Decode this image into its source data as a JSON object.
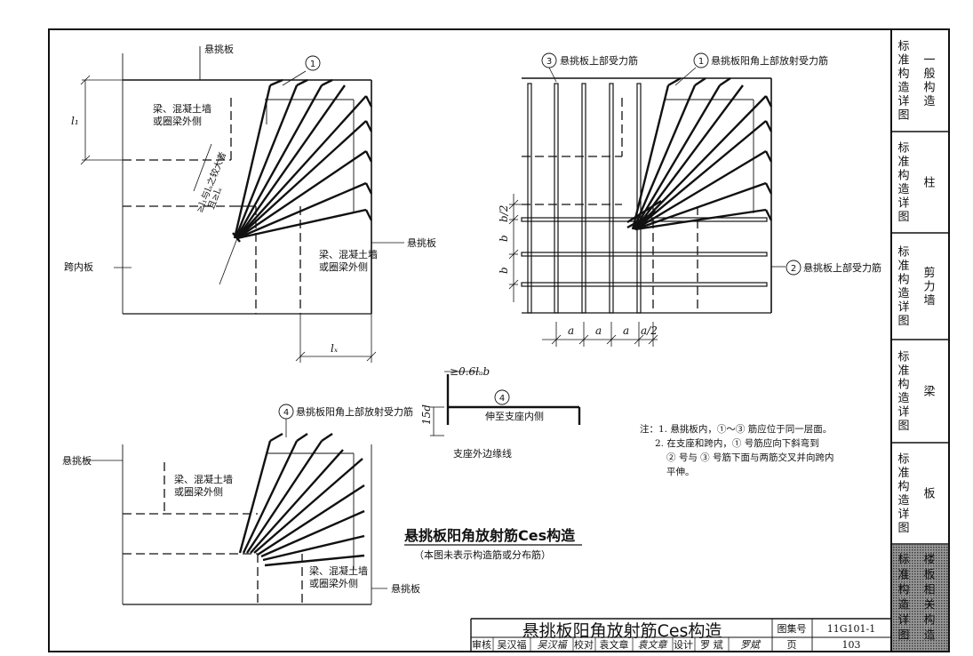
{
  "labels": {
    "cantilever_slab_top": "悬挑板",
    "cantilever_slab_right": "悬挑板",
    "cantilever_slab_left_bottom": "悬挑板",
    "cantilever_slab_right_bottom": "悬挑板",
    "inner_slab": "跨内板",
    "beam_wall_outer_1a": "梁、混凝土墙",
    "beam_wall_outer_1b": "或圈梁外侧",
    "beam_wall_outer_2a": "梁、混凝土墙",
    "beam_wall_outer_2b": "或圈梁外侧",
    "beam_wall_outer_3a": "梁、混凝土墙",
    "beam_wall_outer_3b": "或圈梁外侧",
    "beam_wall_outer_4a": "梁、混凝土墙",
    "beam_wall_outer_4b": "或圈梁外侧",
    "anchor_a": "≥l₁与lₐ之较大者",
    "anchor_b": "且≥lₐ",
    "dim_l1": "l₁",
    "dim_lx": "lₓ",
    "bar3_label": "悬挑板上部受力筋",
    "bar1_label": "悬挑板阳角上部放射受力筋",
    "bar2_label": "悬挑板上部受力筋",
    "bar4_label": "悬挑板阳角上部放射受力筋",
    "dim_b2": "b/2",
    "dim_b_1": "b",
    "dim_b_2": "b",
    "dim_a_1": "a",
    "dim_a_2": "a",
    "dim_a_3": "a",
    "dim_a2": "a/2",
    "hook_06": "≥0.6lₐb",
    "hook_15d": "15d",
    "hook_extend": "伸至支座内侧",
    "hook_support": "支座外边缘线",
    "circle_1": "1",
    "circle_2": "2",
    "circle_3": "3",
    "circle_4": "4"
  },
  "notes": {
    "line1": "注：1. 悬挑板内，①～③ 筋应位于同一层面。",
    "line2": "2. 在支座和跨内，① 号筋应向下斜弯到",
    "line3": "② 号与 ③ 号筋下面与两筋交叉并向跨内",
    "line4": "平伸。"
  },
  "figure_title": "悬挑板阳角放射筋Ces构造",
  "figure_subtitle": "（本图未表示构造筋或分布筋）",
  "title_block": {
    "title": "悬挑板阳角放射筋Ces构造",
    "atlas_label": "图集号",
    "atlas_value": "11G101-1",
    "review_label": "审核",
    "review_name": "吴汉福",
    "review_sign": "吴汉福",
    "check_label": "校对",
    "check_name": "袁文章",
    "check_sign": "袁文章",
    "design_label": "设计",
    "design_name": "罗 斌",
    "design_sign": "罗斌",
    "page_label": "页",
    "page_value": "103"
  },
  "sidebar": [
    {
      "a": "标准构造详图",
      "b": "一般构造"
    },
    {
      "a": "标准构造详图",
      "b": "柱"
    },
    {
      "a": "标准构造详图",
      "b": "剪力墙"
    },
    {
      "a": "标准构造详图",
      "b": "梁"
    },
    {
      "a": "标准构造详图",
      "b": "板"
    },
    {
      "a": "标准构造详图",
      "b": "楼板相关构造"
    }
  ]
}
